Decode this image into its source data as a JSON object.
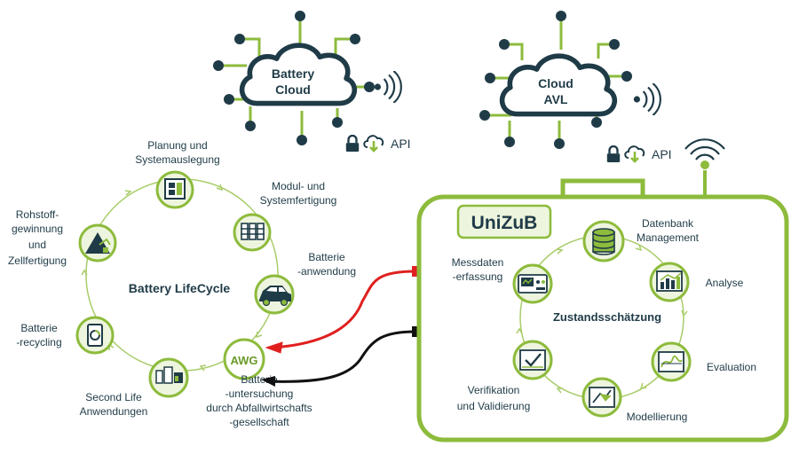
{
  "colors": {
    "green": "#8dbb3c",
    "green_light": "#eef5de",
    "dark": "#1f3b47",
    "red": "#e0201f",
    "black": "#111111",
    "white": "#ffffff"
  },
  "clouds": [
    {
      "lines": [
        "Battery",
        "Cloud"
      ],
      "api_label": "API",
      "icons": [
        "lock-icon",
        "cloud-download-icon",
        "wifi-icon"
      ]
    },
    {
      "lines": [
        "Cloud",
        "AVL"
      ],
      "api_label": "API",
      "icons": [
        "lock-icon",
        "cloud-download-icon",
        "wifi-icon"
      ]
    }
  ],
  "lifecycle": {
    "title": "Battery LifeCycle",
    "stations": [
      {
        "id": "planung",
        "icon": "planning-board-icon",
        "lines": [
          "Planung und",
          "Systemauslegung"
        ]
      },
      {
        "id": "modul",
        "icon": "factory-modules-icon",
        "lines": [
          "Modul- und",
          "Systemfertigung"
        ]
      },
      {
        "id": "anwendung",
        "icon": "electric-car-icon",
        "lines": [
          "Batterie",
          "-anwendung"
        ]
      },
      {
        "id": "awg",
        "icon": "awg-logo",
        "logo_text": "AWG",
        "lines": [
          "Batterie",
          "-untersuchung",
          "durch Abfallwirtschafts",
          "-gesellschaft"
        ]
      },
      {
        "id": "secondlife",
        "icon": "second-life-devices-icon",
        "lines": [
          "Second Life",
          "Anwendungen"
        ]
      },
      {
        "id": "recycling",
        "icon": "recycling-device-icon",
        "lines": [
          "Batterie",
          "-recycling"
        ]
      },
      {
        "id": "rohstoff",
        "icon": "mining-icon",
        "lines": [
          "Rohstoff-",
          "gewinnung",
          "und",
          "Zellfertigung"
        ]
      }
    ]
  },
  "unizub": {
    "title": "UniZuB",
    "subtitle": "Zustandsschätzung",
    "steps": [
      {
        "id": "datenbank",
        "icon": "database-icon",
        "lines": [
          "Datenbank",
          "Management"
        ]
      },
      {
        "id": "analyse",
        "icon": "analysis-chart-icon",
        "lines": [
          "Analyse"
        ]
      },
      {
        "id": "evaluation",
        "icon": "evaluation-chart-icon",
        "lines": [
          "Evaluation"
        ]
      },
      {
        "id": "modellierung",
        "icon": "model-chart-icon",
        "lines": [
          "Modellierung"
        ]
      },
      {
        "id": "verifikation",
        "icon": "verification-check-icon",
        "lines": [
          "Verifikation",
          "und Validierung"
        ]
      },
      {
        "id": "messdaten",
        "icon": "measurement-device-icon",
        "lines": [
          "Messdaten",
          "-erfassung"
        ]
      }
    ]
  }
}
